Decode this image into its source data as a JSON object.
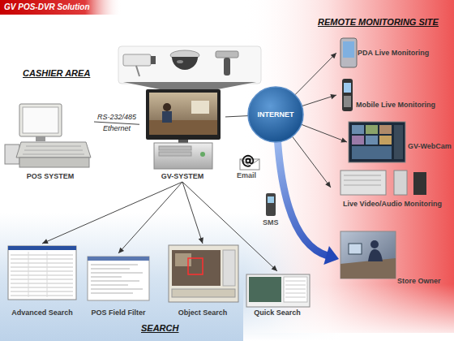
{
  "diagram": {
    "title": "GV POS-DVR Solution",
    "nodes": [
      {
        "text": [
          "POS SYSTEM"
        ]
      },
      {
        "text": [
          "GV-SYSTEM"
        ]
      },
      {
        "text": [
          "INTERNET"
        ]
      },
      {
        "text": [
          "PDA Live Monitoring"
        ]
      },
      {
        "text": [
          "Mobile Live Monitoring"
        ]
      },
      {
        "text": [
          "GV-WebCam"
        ]
      },
      {
        "text": [
          "Live Video/Audio Monitoring"
        ]
      },
      {
        "text": [
          "Store Owner"
        ]
      },
      {
        "text": [
          "Advanced Search"
        ]
      },
      {
        "text": [
          "POS Field Filter"
        ]
      },
      {
        "text": [
          "Object Search"
        ]
      },
      {
        "text": [
          "Quick Search"
        ]
      }
    ],
    "edges": [
      {
        "from": 0,
        "to": 1,
        "label": "RS-232/485",
        "arrow": "none"
      },
      {
        "from": 1,
        "to": 2,
        "arrow": "none"
      },
      {
        "from": 2,
        "to": 3,
        "arrow": "to"
      },
      {
        "from": 2,
        "to": 4,
        "arrow": "to"
      },
      {
        "from": 2,
        "to": 5,
        "arrow": "to"
      },
      {
        "from": 2,
        "to": 6,
        "arrow": "to"
      },
      {
        "from": 2,
        "to": 7,
        "arrow": "to"
      },
      {
        "from": 1,
        "to": 8,
        "arrow": "to"
      },
      {
        "from": 1,
        "to": 9,
        "arrow": "to"
      },
      {
        "from": 1,
        "to": 10,
        "arrow": "to"
      },
      {
        "from": 1,
        "to": 11,
        "arrow": "to"
      }
    ],
    "labels": [
      "CASHIER AREA",
      "REMOTE MONITORING SITE",
      "Ethernet",
      "Email",
      "SMS",
      "SEARCH"
    ]
  }
}
